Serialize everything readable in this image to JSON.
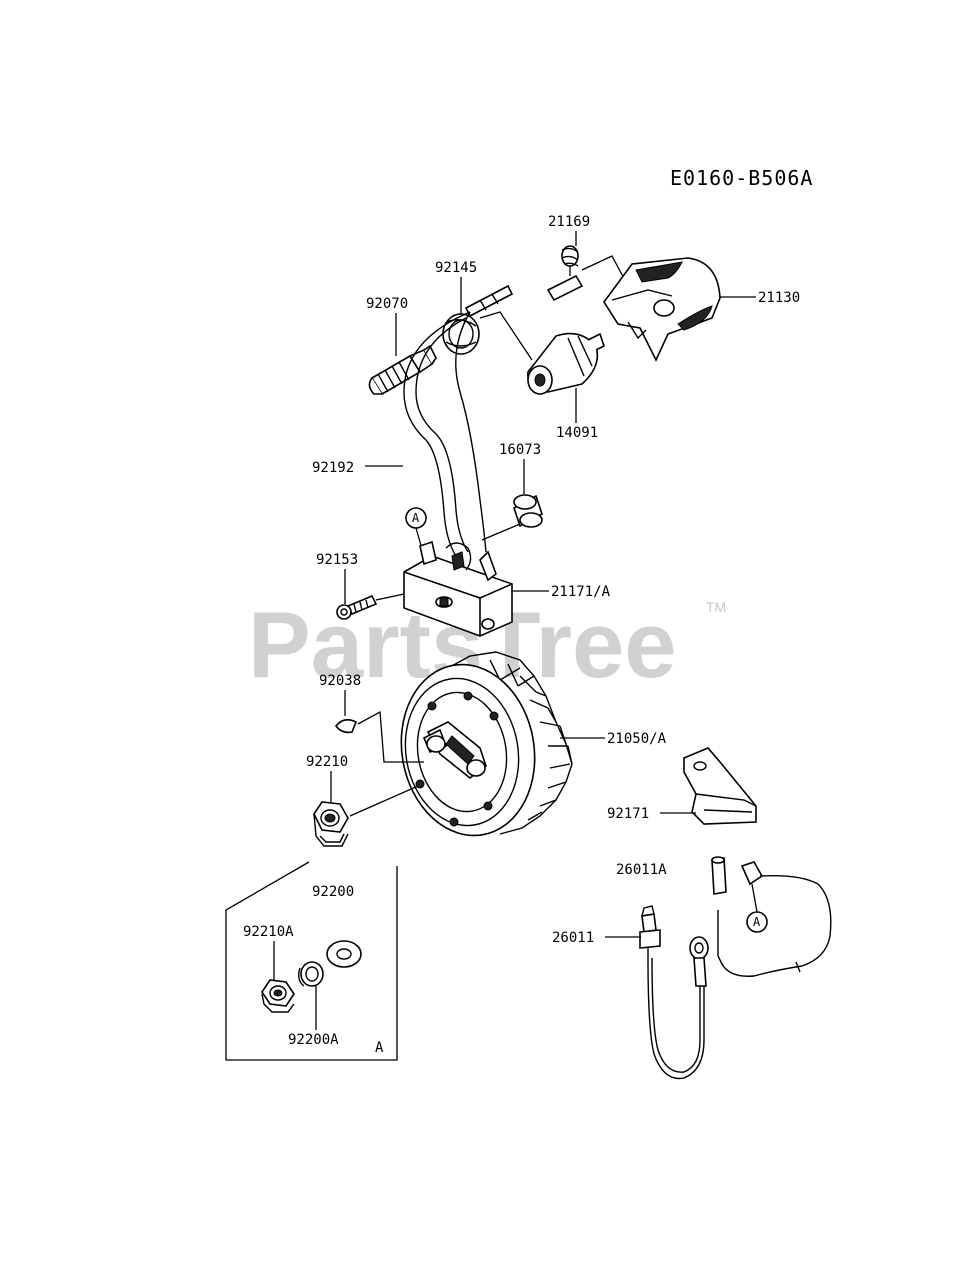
{
  "diagram_code": "E0160-B506A",
  "watermark": "PartsTree",
  "trademark": "TM",
  "callout_ref": "A",
  "kit_marker": "A",
  "parts": {
    "p21169": "21169",
    "p92145": "92145",
    "p92070": "92070",
    "p21130": "21130",
    "p14091": "14091",
    "p92192": "92192",
    "p16073": "16073",
    "p92153": "92153",
    "p21171A": "21171/A",
    "p92038": "92038",
    "p21050A": "21050/A",
    "p92210": "92210",
    "p92171": "92171",
    "p26011A": "26011A",
    "p92200": "92200",
    "p92210A": "92210A",
    "p26011": "26011",
    "p92200A": "92200A"
  }
}
